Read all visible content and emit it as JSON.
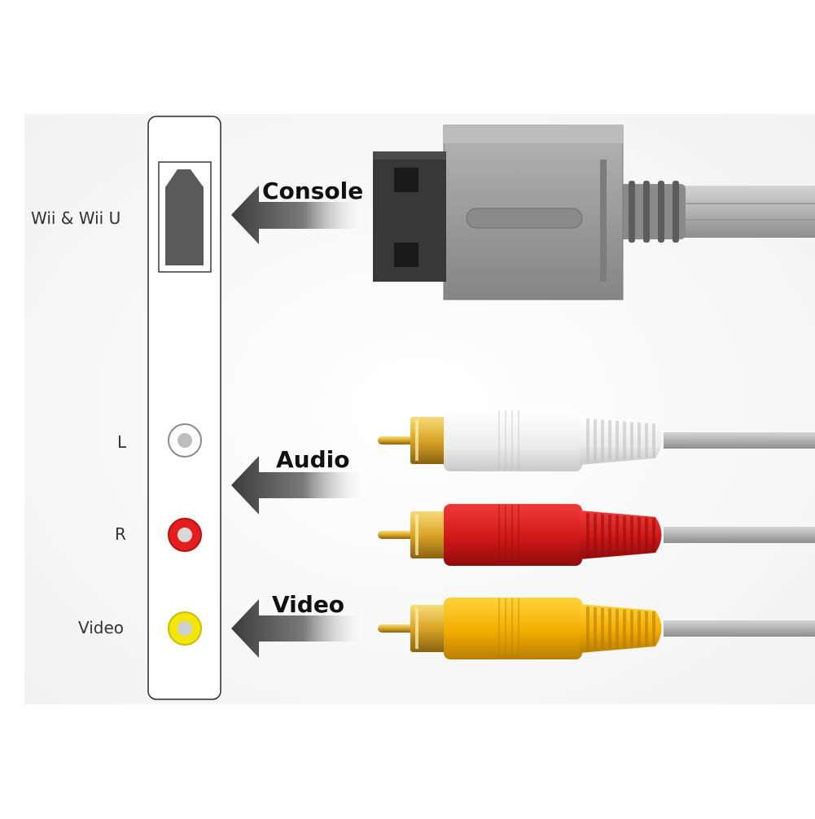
{
  "panel": {
    "console_port_label": "Wii & Wii U",
    "ports": [
      {
        "label": "L",
        "color": "#e8e8e8"
      },
      {
        "label": "R",
        "color": "#e41e1e"
      },
      {
        "label": "Video",
        "color": "#f2e60c"
      }
    ]
  },
  "arrows": {
    "console": "Console",
    "audio": "Audio",
    "video": "Video"
  },
  "plugs": {
    "console_body_color": "#9a9a9a",
    "console_tip_color": "#3a3a3a",
    "rca": [
      {
        "name": "white",
        "color": "#f4f4f4"
      },
      {
        "name": "red",
        "color": "#d91a1a"
      },
      {
        "name": "yellow",
        "color": "#f0b400"
      }
    ],
    "cable_color": "#b8b8b8",
    "gold_color": "#e2b23a"
  }
}
